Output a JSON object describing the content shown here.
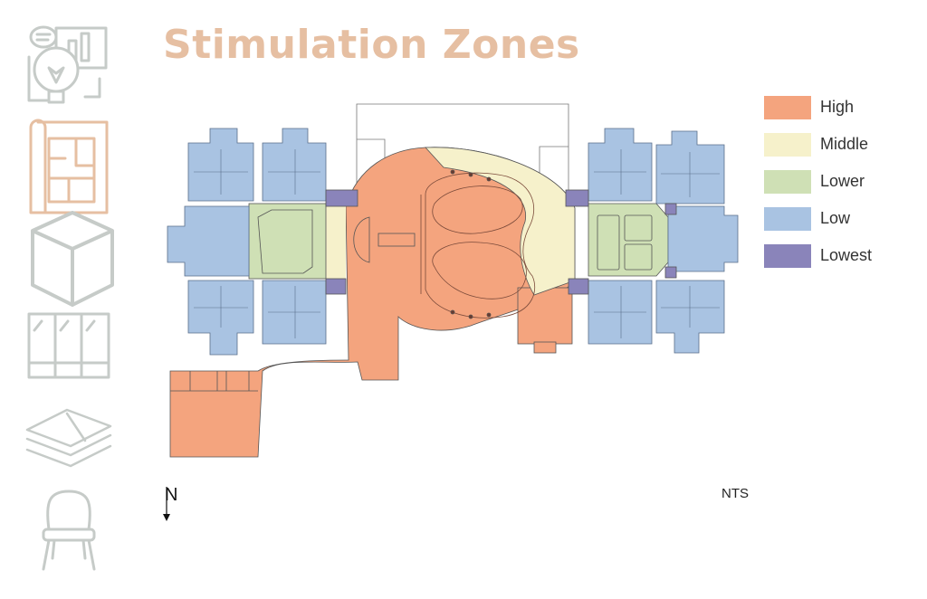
{
  "title": "Stimulation Zones",
  "legend": [
    {
      "label": "High",
      "color": "#f4a47e"
    },
    {
      "label": "Middle",
      "color": "#f6f1cb"
    },
    {
      "label": "Lower",
      "color": "#cfe0b5"
    },
    {
      "label": "Low",
      "color": "#a9c3e2"
    },
    {
      "label": "Lowest",
      "color": "#8a84ba"
    }
  ],
  "north_label": "N",
  "scale_note": "NTS",
  "sidebar_icons": [
    "idea-lightbulb-icon",
    "floor-plan-icon",
    "cube-icon",
    "window-glass-icon",
    "flooring-layers-icon",
    "chair-icon"
  ]
}
